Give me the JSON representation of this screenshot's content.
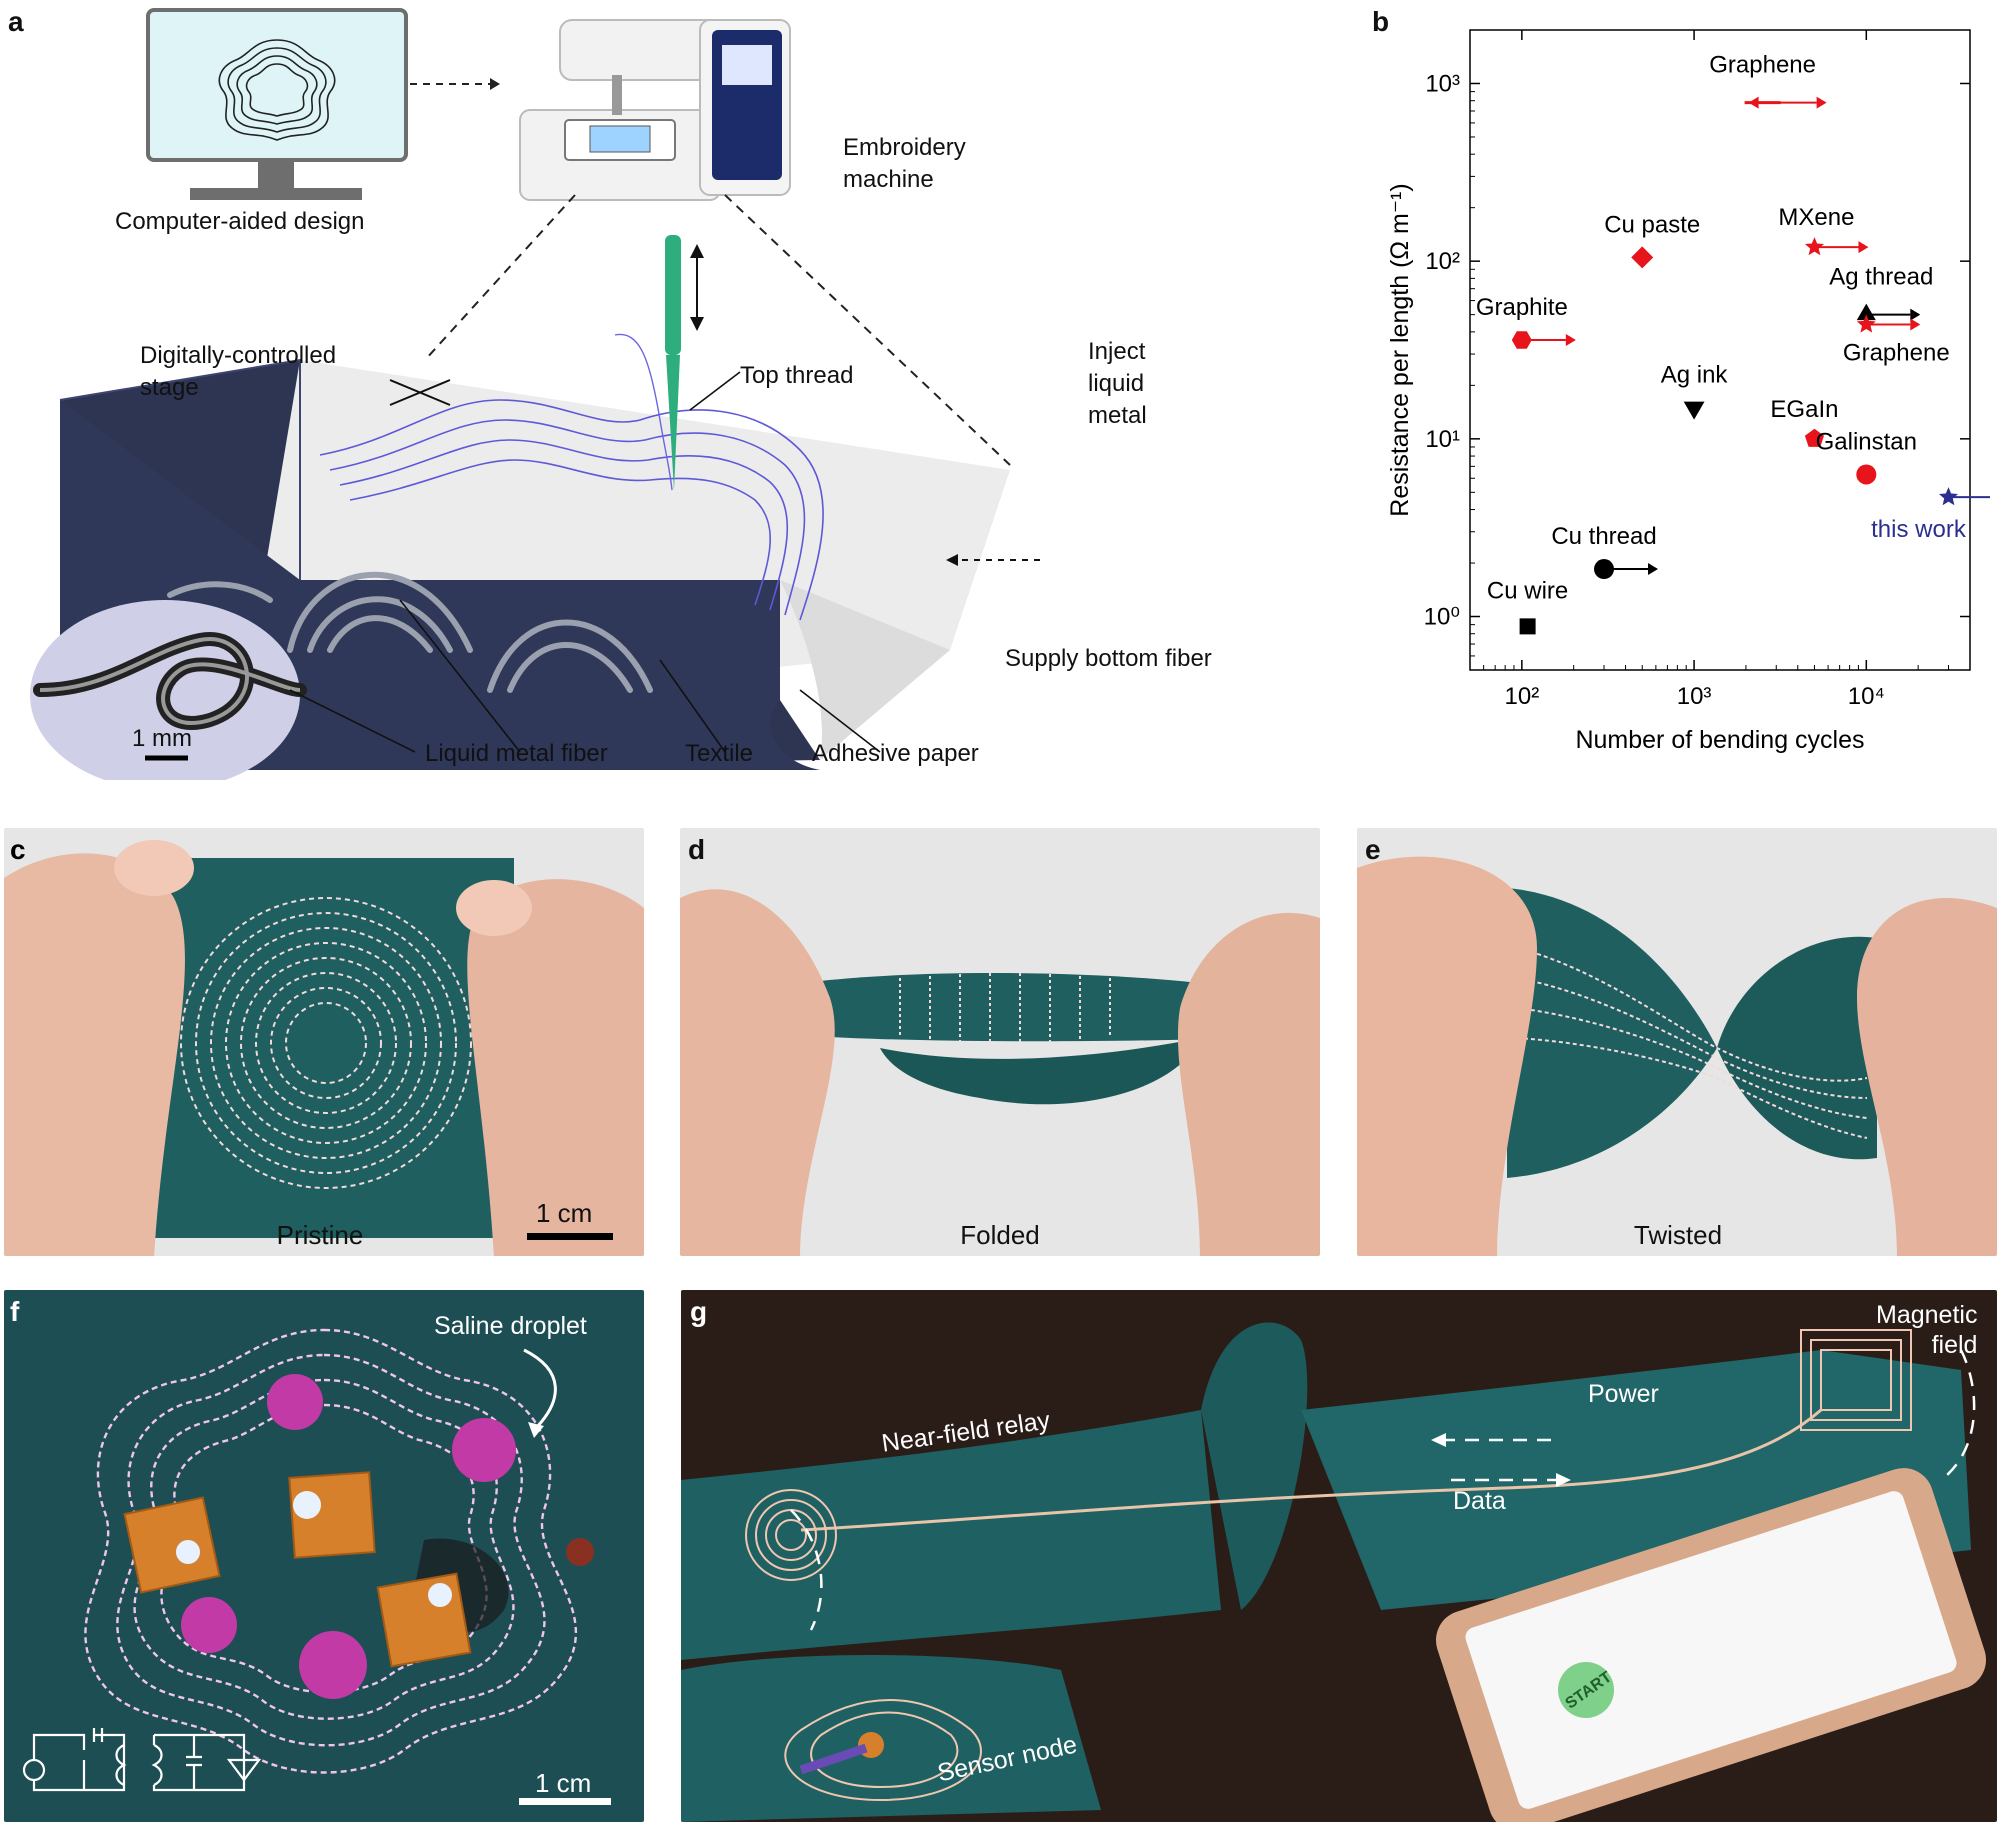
{
  "panels": {
    "a": {
      "letter": "a",
      "labels": {
        "cad": "Computer-aided design",
        "machine": "Embroidery\nmachine",
        "stage": "Digitally-controlled\nstage",
        "top_thread": "Top thread",
        "inject": "Inject\nliquid\nmetal",
        "supply": "Supply bottom fiber",
        "lm_fiber": "Liquid metal fiber",
        "textile": "Textile",
        "adhesive": "Adhesive paper",
        "scale": "1 mm"
      }
    },
    "b": {
      "letter": "b"
    },
    "c": {
      "letter": "c",
      "caption": "Pristine",
      "scale": "1 cm"
    },
    "d": {
      "letter": "d",
      "caption": "Folded"
    },
    "e": {
      "letter": "e",
      "caption": "Twisted"
    },
    "f": {
      "letter": "f",
      "annotation": "Saline droplet",
      "scale": "1 cm"
    },
    "g": {
      "letter": "g",
      "labels": {
        "relay": "Near-field relay",
        "power": "Power",
        "data": "Data",
        "magnetic": "Magnetic\nfield",
        "sensor": "Sensor node",
        "start": "START"
      }
    }
  },
  "chart_data": {
    "type": "scatter",
    "xlabel": "Number of bending cycles",
    "ylabel": "Resistance per length (Ω m⁻¹)",
    "xscale": "log",
    "yscale": "log",
    "xlim": [
      50,
      40000
    ],
    "ylim": [
      0.5,
      2000
    ],
    "xticks": [
      100,
      1000,
      10000
    ],
    "xtick_labels": [
      "10²",
      "10³",
      "10⁴"
    ],
    "yticks": [
      1,
      10,
      100,
      1000
    ],
    "ytick_labels": [
      "10⁰",
      "10¹",
      "10²",
      "10³"
    ],
    "points": [
      {
        "label": "Graphene",
        "x": 2500,
        "y": 780,
        "marker": "arrow-both",
        "color": "#e8141b"
      },
      {
        "label": "Cu paste",
        "x": 500,
        "y": 105,
        "marker": "diamond",
        "color": "#e8141b"
      },
      {
        "label": "MXene",
        "x": 5000,
        "y": 120,
        "marker": "star-arrow",
        "color": "#e8141b"
      },
      {
        "label": "Ag thread",
        "x": 10000,
        "y": 50,
        "marker": "triangle-up-arrow",
        "color": "#000000"
      },
      {
        "label": "Graphene",
        "x": 10000,
        "y": 44,
        "marker": "star-arrow",
        "color": "#e8141b"
      },
      {
        "label": "Graphite",
        "x": 100,
        "y": 36,
        "marker": "hexagon-arrow",
        "color": "#e8141b"
      },
      {
        "label": "Ag ink",
        "x": 1000,
        "y": 15,
        "marker": "triangle-down",
        "color": "#000000"
      },
      {
        "label": "EGaIn",
        "x": 5000,
        "y": 10,
        "marker": "pentagon",
        "color": "#e8141b"
      },
      {
        "label": "Galinstan",
        "x": 10000,
        "y": 6.3,
        "marker": "circle",
        "color": "#e8141b"
      },
      {
        "label": "this work",
        "x": 30000,
        "y": 4.7,
        "marker": "star-arrow",
        "color": "#2b2f8f"
      },
      {
        "label": "Cu thread",
        "x": 300,
        "y": 1.85,
        "marker": "circle-arrow",
        "color": "#000000"
      },
      {
        "label": "Cu wire",
        "x": 108,
        "y": 0.88,
        "marker": "square",
        "color": "#000000"
      }
    ]
  }
}
